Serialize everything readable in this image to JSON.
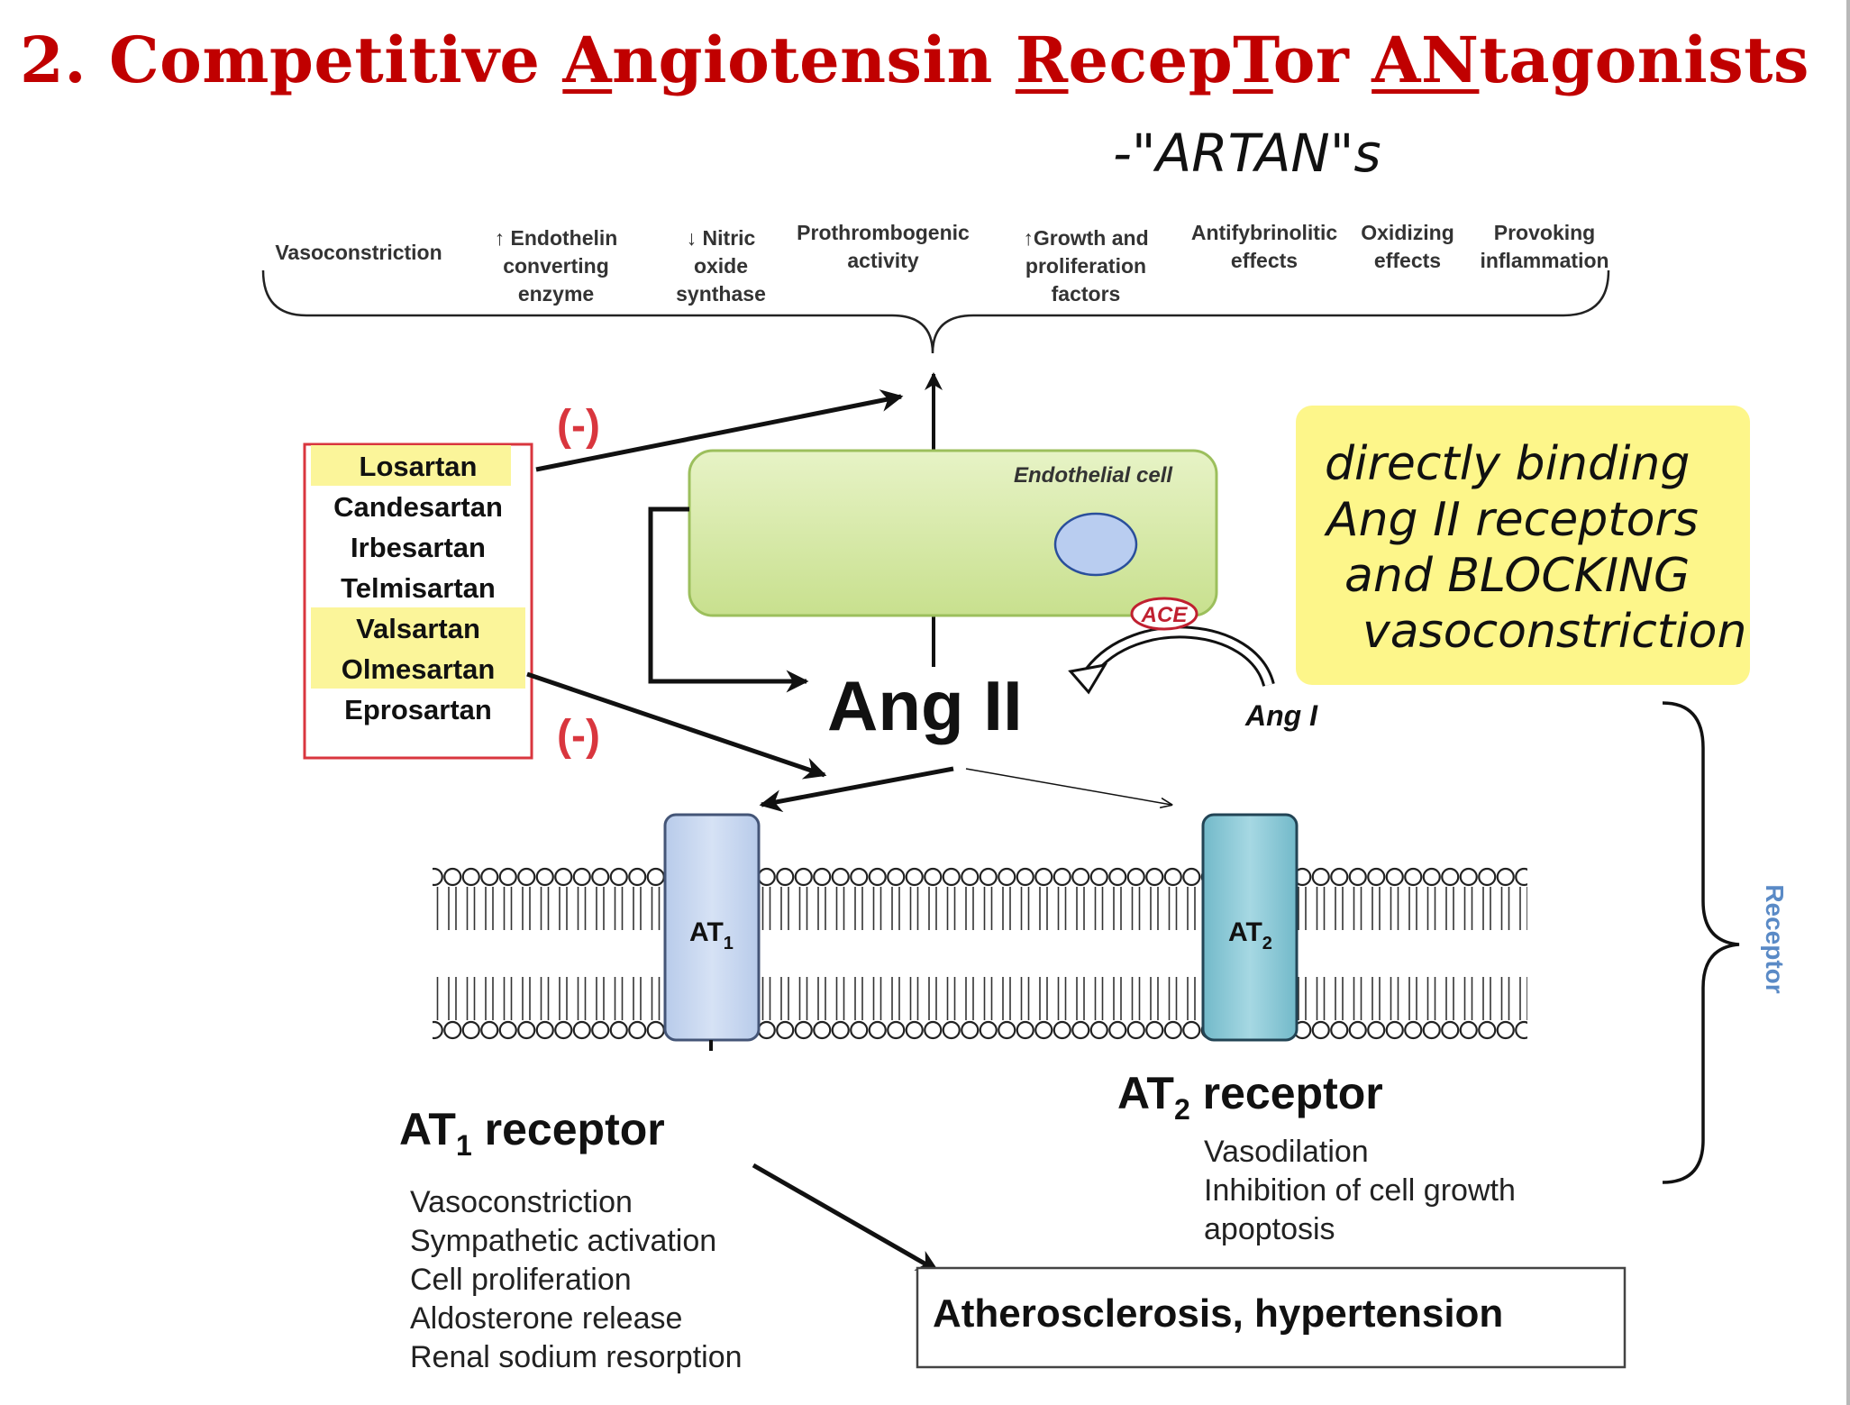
{
  "title": {
    "parts": [
      {
        "text": "2. Competitive ",
        "u": false
      },
      {
        "text": "A",
        "u": true
      },
      {
        "text": "ngiotensin ",
        "u": false
      },
      {
        "text": "R",
        "u": true
      },
      {
        "text": "ecep",
        "u": false
      },
      {
        "text": "T",
        "u": true
      },
      {
        "text": "or ",
        "u": false
      },
      {
        "text": "AN",
        "u": true
      },
      {
        "text": "tagonists",
        "u": false
      }
    ]
  },
  "handwritten": {
    "artans": "-\"ARTAN\"s",
    "note": [
      "directly binding",
      "Ang II receptors",
      "and BLOCKING",
      "vasoconstriction"
    ]
  },
  "effects": [
    [
      "Vasoconstriction"
    ],
    [
      "↑ Endothelin",
      "converting",
      "enzyme"
    ],
    [
      "↓ Nitric",
      "oxide",
      "synthase"
    ],
    [
      "Prothrombogenic",
      "activity"
    ],
    [
      "↑Growth and",
      "proliferation",
      "factors"
    ],
    [
      "Antifybrinolitic",
      "effects"
    ],
    [
      "Oxidizing",
      "effects"
    ],
    [
      "Provoking",
      "inflammation"
    ]
  ],
  "drugs": [
    {
      "name": "Losartan",
      "highlight": true
    },
    {
      "name": "Candesartan",
      "highlight": false
    },
    {
      "name": "Irbesartan",
      "highlight": false
    },
    {
      "name": "Telmisartan",
      "highlight": false
    },
    {
      "name": "Valsartan",
      "highlight": true
    },
    {
      "name": "Olmesartan",
      "highlight": true
    },
    {
      "name": "Eprosartan",
      "highlight": false
    }
  ],
  "inhibit_symbol": "(-)",
  "endothelial_cell": "Endothelial cell",
  "ace": "ACE",
  "ang2": "Ang II",
  "ang1": "Ang I",
  "receptor_brace": "Receptor",
  "at1_box": {
    "main": "AT",
    "sub": "1"
  },
  "at2_box": {
    "main": "AT",
    "sub": "2"
  },
  "at1_title": {
    "main": "AT",
    "sub": "1",
    "rest": " receptor"
  },
  "at2_title": {
    "main": "AT",
    "sub": "2",
    "rest": " receptor"
  },
  "at1_effects": [
    "Vasoconstriction",
    "Sympathetic activation",
    "Cell proliferation",
    "Aldosterone release",
    "Renal sodium resorption"
  ],
  "at2_effects": [
    "Vasodilation",
    "Inhibition of cell growth",
    "apoptosis"
  ],
  "outcome": "Atherosclerosis, hypertension",
  "colors": {
    "title_red": "#c00000",
    "drug_box_border": "#d9363e",
    "drug_highlight": "#fbf59a",
    "sticky_note": "#fdf68a",
    "endothelial": "#d6eaa8",
    "at1_channel": "#c6d6f0",
    "at2_channel": "#8ecbd8",
    "receptor_label": "#5a8ac6"
  }
}
